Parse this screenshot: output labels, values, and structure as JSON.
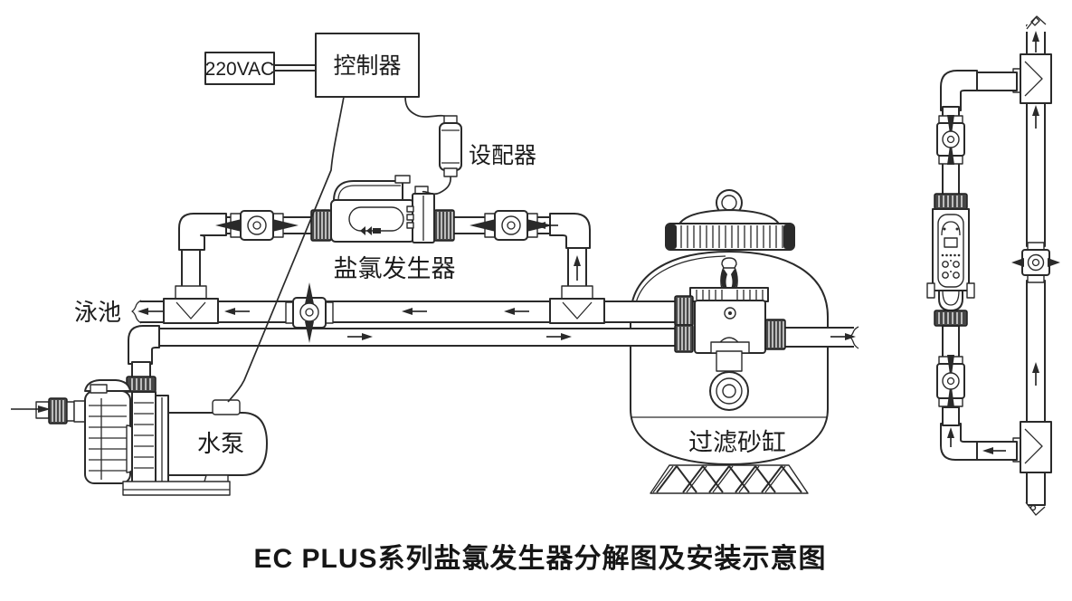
{
  "title": "EC PLUS系列盐氯发生器分解图及安装示意图",
  "labels": {
    "power": "220VAC",
    "controller": "控制器",
    "adapter": "设配器",
    "chlorinator": "盐氯发生器",
    "pool": "泳池",
    "pump": "水泵",
    "filter": "过滤砂缸"
  },
  "colors": {
    "line": "#2a2a2a",
    "background": "#ffffff",
    "nut_fill": "#474747"
  }
}
